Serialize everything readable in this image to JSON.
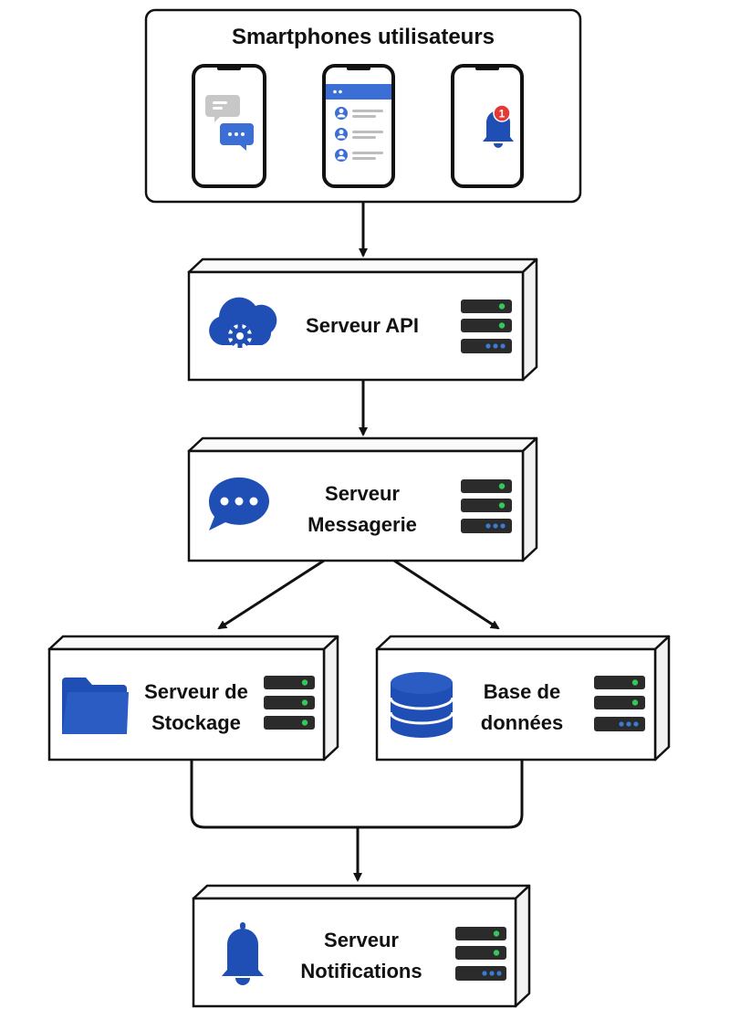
{
  "smartphones": {
    "title": "Smartphones utilisateurs",
    "notification_badge": "1",
    "phones": [
      {
        "screen": "chat",
        "icon": "chat-bubbles-icon"
      },
      {
        "screen": "contacts-list",
        "icon": "contacts-list-icon"
      },
      {
        "screen": "notification",
        "icon": "bell-with-badge-icon"
      }
    ]
  },
  "servers": {
    "api": {
      "line1": "Serveur API",
      "icon": "cloud-gear-icon",
      "led_bottom": "blue-dots"
    },
    "messaging": {
      "line1": "Serveur",
      "line2": "Messagerie",
      "icon": "chat-bubble-icon",
      "led_bottom": "blue-dots"
    },
    "storage": {
      "line1": "Serveur de",
      "line2": "Stockage",
      "icon": "folder-icon",
      "led_bottom": "green"
    },
    "database": {
      "line1": "Base de",
      "line2": "données",
      "icon": "database-icon",
      "led_bottom": "blue-dots"
    },
    "notifications": {
      "line1": "Serveur",
      "line2": "Notifications",
      "icon": "bell-icon",
      "led_bottom": "blue-dots"
    }
  },
  "colors": {
    "accent_blue": "#1f4fb4",
    "light_blue": "#3b6fd6",
    "led_green": "#34c759",
    "led_blue": "#3a7bd5",
    "badge_red": "#e53935",
    "bubble_gray": "#c7c7c7",
    "rack_dark": "#2b2b2b",
    "box_side": "#f4f4f4"
  }
}
